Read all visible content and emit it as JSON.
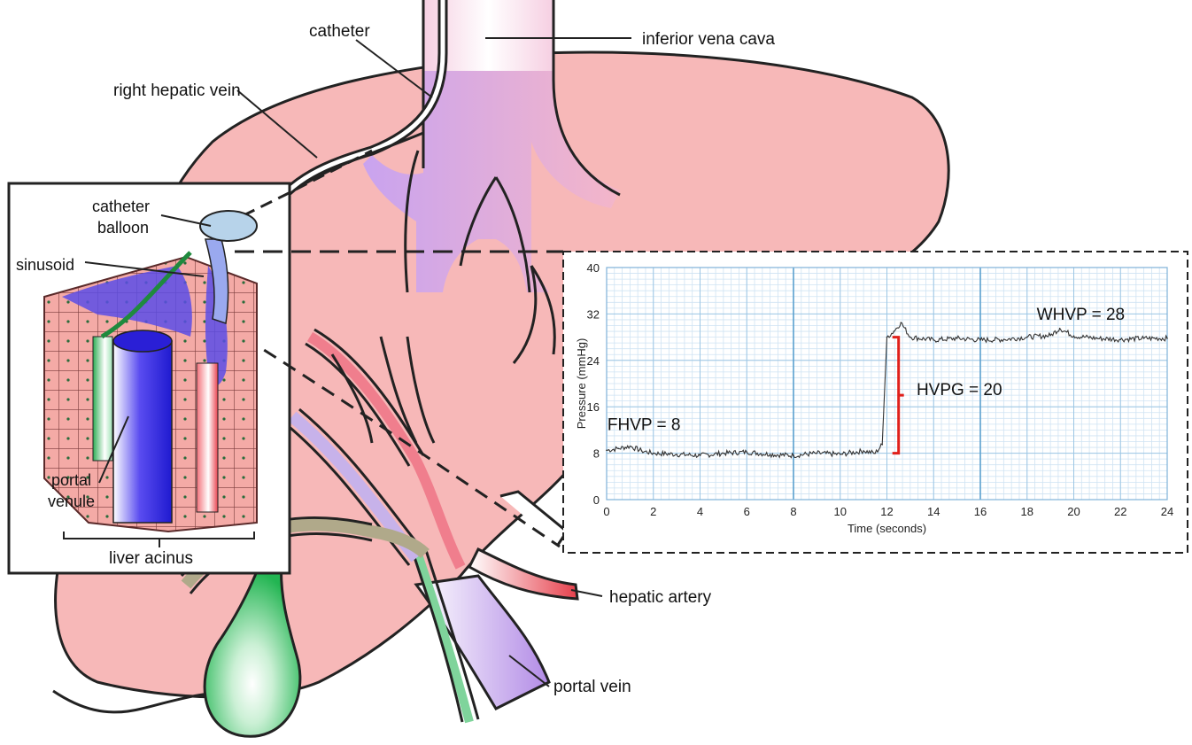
{
  "labels": {
    "catheter": "catheter",
    "inferior_vena_cava": "inferior vena cava",
    "right_hepatic_vein": "right hepatic vein",
    "catheter_balloon_line1": "catheter",
    "catheter_balloon_line2": "balloon",
    "sinusoid": "sinusoid",
    "portal_venule_line1": "portal",
    "portal_venule_line2": "venule",
    "liver_acinus": "liver acinus",
    "hepatic_artery": "hepatic artery",
    "portal_vein": "portal vein"
  },
  "colors": {
    "liver": "#f7b8b8",
    "vein": "#b48fe0",
    "artery": "#e8505a",
    "portal": "#4bbf6e",
    "gallbladder": "#2fbf5a",
    "balloon": "#b7d3ea",
    "grid_minor": "#cfe3f3",
    "grid_major": "#5aa0cf",
    "hvpg": "#e0201b"
  },
  "chart_data": {
    "type": "line",
    "xlabel": "Time (seconds)",
    "ylabel": "Pressure (mmHg)",
    "xlim": [
      0,
      24
    ],
    "ylim": [
      0,
      40
    ],
    "x_ticks": [
      0,
      2,
      4,
      6,
      8,
      10,
      12,
      14,
      16,
      18,
      20,
      22,
      24
    ],
    "y_ticks": [
      0,
      8,
      16,
      24,
      32,
      40
    ],
    "grid": true,
    "series": [
      {
        "x": [
          0,
          0.5,
          1,
          1.5,
          2,
          3,
          4,
          5,
          6,
          7,
          8,
          9,
          10,
          11,
          11.5,
          11.8,
          12.0,
          12.3,
          12.6,
          13,
          14,
          15,
          16,
          17,
          18,
          19,
          19.4,
          20,
          21,
          22,
          23,
          24
        ],
        "y": [
          8.5,
          8.8,
          9.2,
          8.4,
          8.0,
          7.8,
          7.6,
          8.0,
          8.2,
          7.8,
          7.6,
          8.0,
          7.8,
          8.4,
          8.0,
          9.5,
          28.0,
          29.0,
          30.5,
          28.0,
          27.5,
          27.8,
          27.5,
          27.6,
          28.0,
          28.3,
          29.5,
          28.2,
          27.8,
          27.6,
          27.8,
          27.8
        ]
      }
    ],
    "annotations": [
      {
        "text": "FHVP = 8",
        "x": 1.6,
        "y": 12.0,
        "color": "#111111"
      },
      {
        "text": "WHVP = 28",
        "x": 20.3,
        "y": 31.0,
        "color": "#111111"
      },
      {
        "text": "HVPG = 20",
        "x": 15.1,
        "y": 18.0,
        "color": "#e0201b"
      }
    ],
    "bracket": {
      "from": 8,
      "to": 28,
      "x": 12.5
    }
  }
}
